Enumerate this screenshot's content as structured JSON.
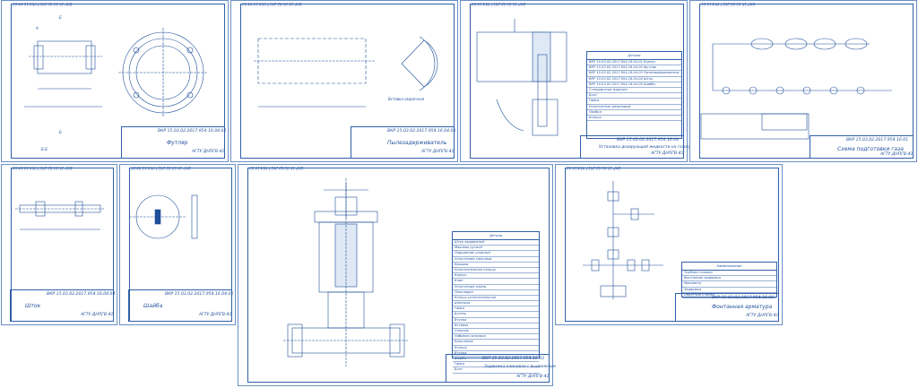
{
  "sheets": [
    {
      "id": "s1",
      "code": "ВКР 15.03.02.2017.954.16.04.02",
      "title": "Футляр",
      "org": "АГТУ ДНПГВ-41",
      "stamp": "ВКР 15.03.02.2017.954.16.04.02"
    },
    {
      "id": "s2",
      "code": "ВКР 15.03.02.2017.954.16.04.03",
      "title": "Пылезадерживатель",
      "org": "АГТУ ДНПГВ-41",
      "stamp": "ВКР 15.03.02.2017.954.16.04.03"
    },
    {
      "id": "s3",
      "code": "ВКР 15.03.02.2017.954.16.04",
      "title": "Установка дозирующей жидкости на газопроводе",
      "org": "АГТУ ДНПГВ-41",
      "stamp": "ВКР 15.03.02.2017.954.16.04"
    },
    {
      "id": "s4",
      "code": "ВКР 15.03.02.2017.954.16.01",
      "title": "Схема подготовки газа",
      "org": "АГТУ ДНПГВ-41",
      "stamp": "ВКР 15.03.02.2017.954.16.01"
    },
    {
      "id": "s5",
      "code": "ВКР 15.03.02.2017.954.16.04.04",
      "title": "Шток",
      "org": "АГТУ ДНПГВ-41",
      "stamp": "ВКР 15.03.02.2017.954.16.04.04"
    },
    {
      "id": "s6",
      "code": "ВКР 15.03.02.2017.954.16.04.05",
      "title": "Шайба",
      "org": "АГТУ ДНПГВ-41",
      "stamp": "ВКР 15.03.02.2017.954.16.04.05"
    },
    {
      "id": "s7",
      "code": "ВКР 15.03.02.2017.954.16.03",
      "title": "Задвижка клиновая с выдвижным",
      "org": "АГТУ ДНПГВ-41",
      "stamp": "ВКР 15.03.02.2017.954.16.03"
    },
    {
      "id": "s8",
      "code": "ВКР 15.03.02.2017.954.16.02",
      "title": "Фонтанная арматура",
      "org": "АГТУ ДНПГВ-41",
      "stamp": "ВКР 15.03.02.2017.954.16.02"
    }
  ],
  "spec3": {
    "header": "Детали",
    "rows": [
      "ВКР 15.03.02.2017.954.16.04.01 Корпус",
      "ВКР 15.03.02.2017.954.16.04.02 Футляр",
      "ВКР 15.03.02.2017.954.16.04.03 Пылезадерживатель",
      "ВКР 15.03.02.2017.954.16.04.04 Шток",
      "ВКР 15.03.02.2017.954.16.04.05 Шайба",
      "Стандартные изделия",
      "Болт",
      "Гайка",
      "Уплотнитель резиновый",
      "Пробка",
      "Кольцо"
    ]
  },
  "spec7": {
    "header": "Детали",
    "rows": [
      "Шток выдвижной",
      "Маховик ручной",
      "Подшипник упорный",
      "Уплотнение сальника",
      "Крышка",
      "Уплотнительное кольцо",
      "Корпус",
      "Клин",
      "Уплотнение клина",
      "Прокладка",
      "Кольцо уплотнительное",
      "Шпилька",
      "Гайка",
      "Бугель",
      "Втулка",
      "Вставка",
      "Сальник",
      "Набивка сальника",
      "Крепление",
      "Кольцо",
      "Втулка",
      "Шайба",
      "Гайка",
      "Болт"
    ]
  },
  "spec8": {
    "header": "Наименование",
    "rows": [
      "Трубная головка",
      "Фонтанная задвижка",
      "Манометр",
      "Задвижка",
      "Обратный клапан"
    ]
  },
  "labels": {
    "view_b": "Б",
    "view_a": "А",
    "sec_bb": "Б-Б",
    "note_s2": "Вставка сварочная"
  }
}
